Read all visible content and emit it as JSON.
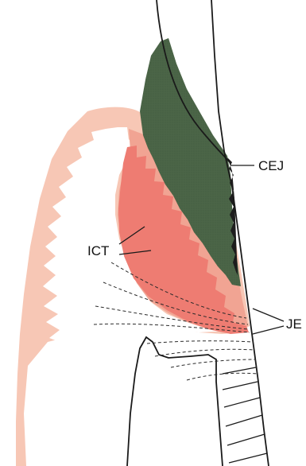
{
  "labels": {
    "cej": "CEJ",
    "ict": "ICT",
    "je": "JE"
  },
  "colors": {
    "outer_epithelium": "#f7c7b5",
    "inner_epithelium": "#f1a493",
    "connective_tissue": "#ee7c72",
    "enamel_space": "#4b6547",
    "stipple": "#2f4430",
    "line": "#1a1a1a"
  }
}
